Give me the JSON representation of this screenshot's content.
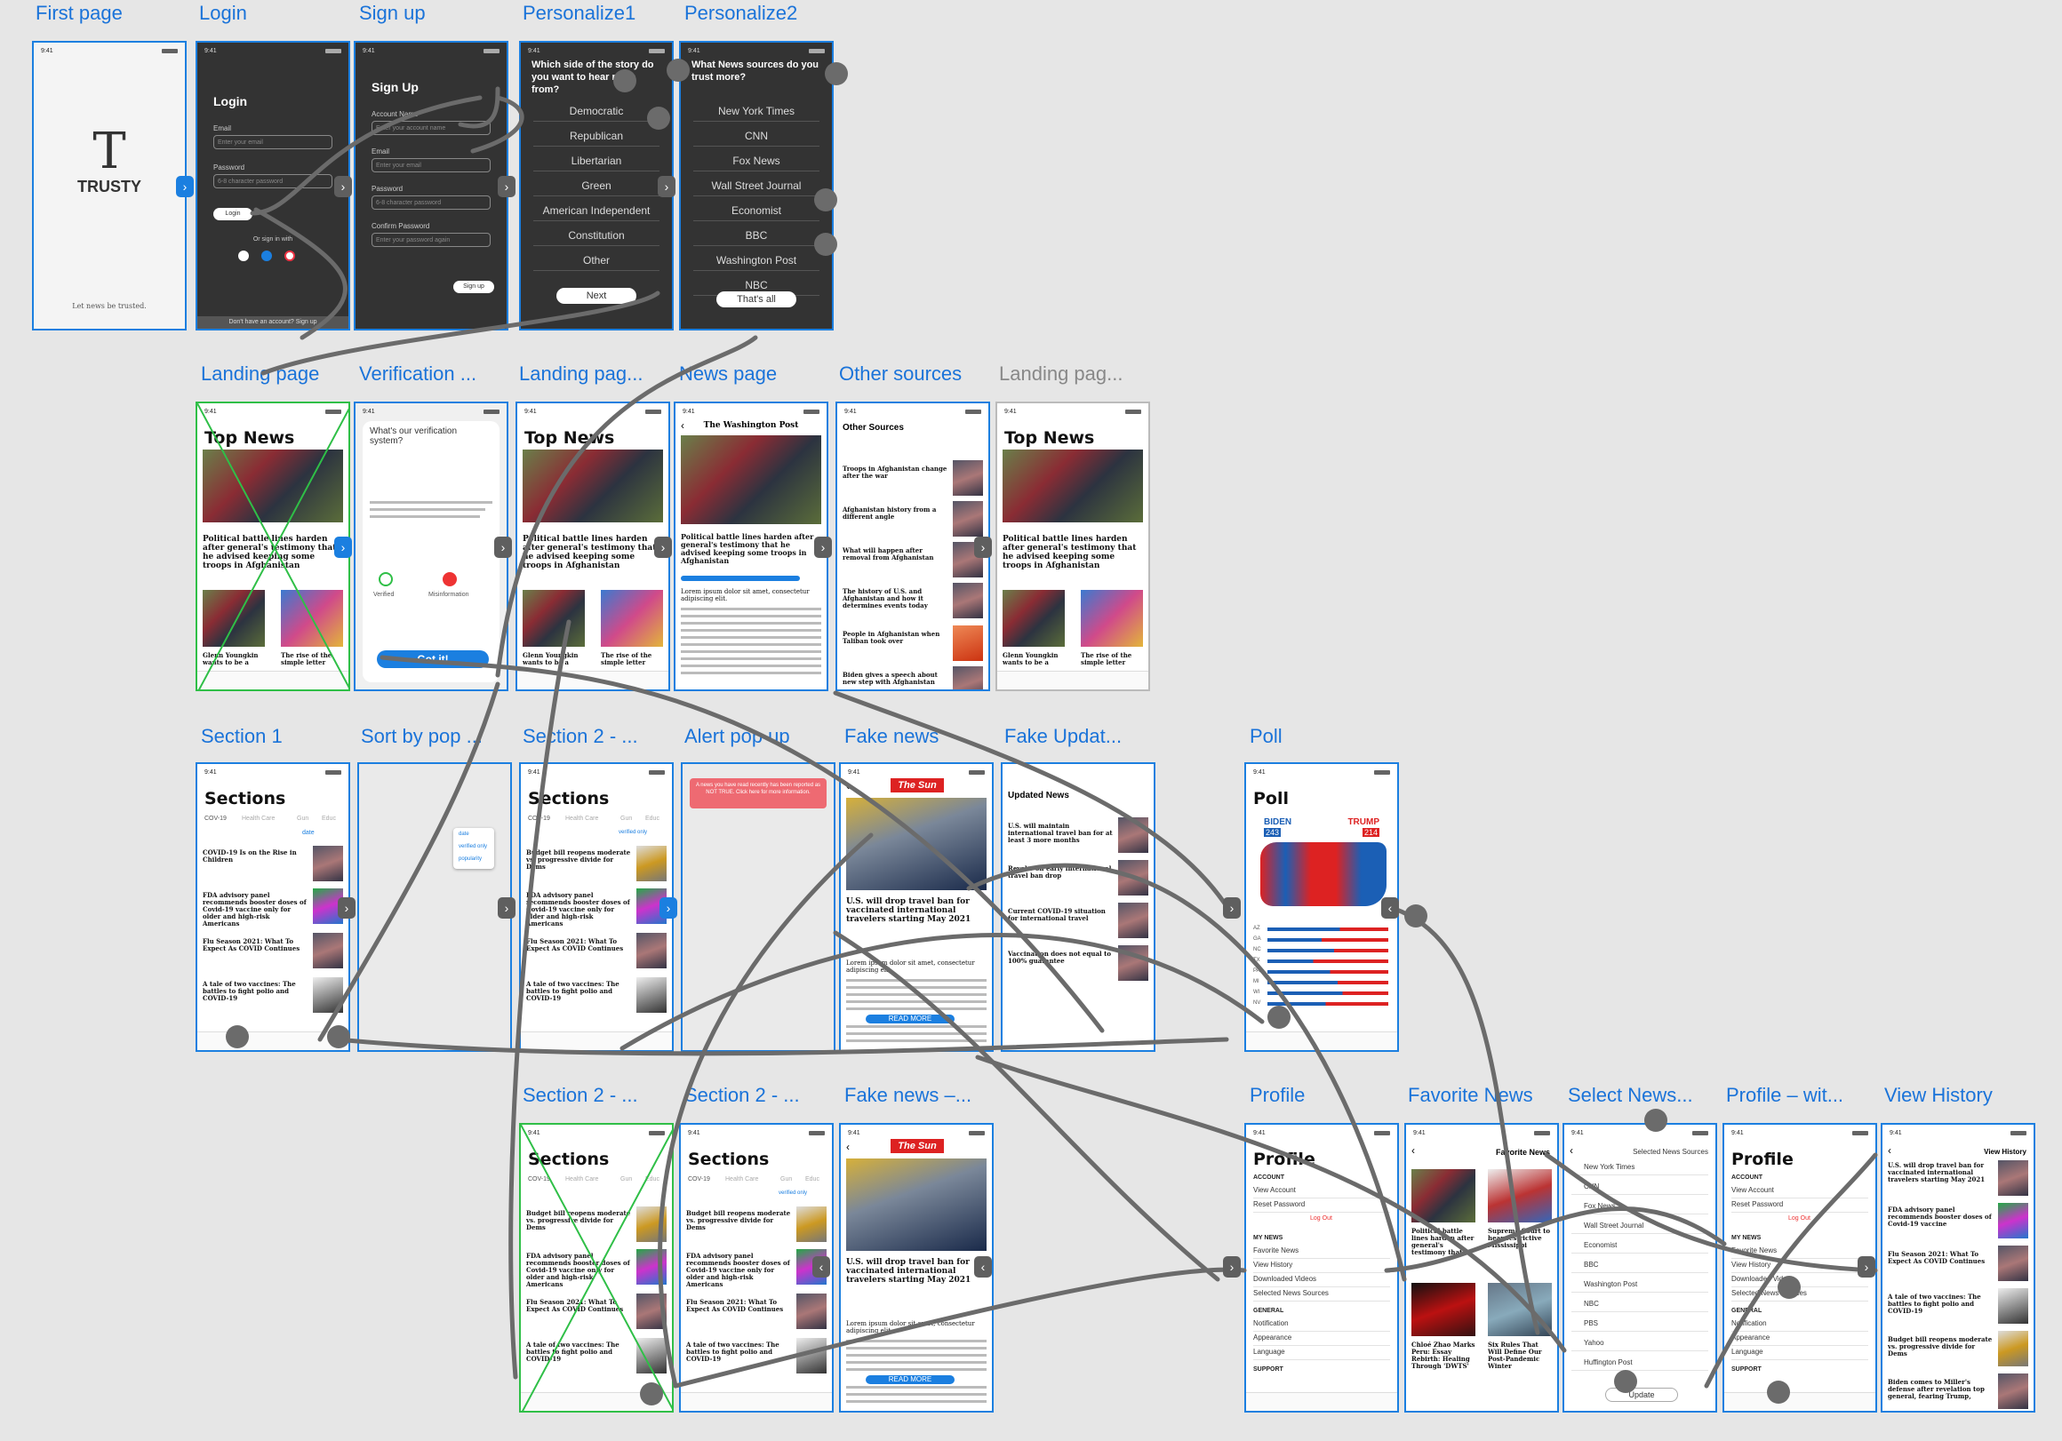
{
  "screens": [
    {
      "id": "first",
      "label": "First page",
      "logo_letter": "T",
      "logo_text": "TRUSTY",
      "tagline": "Let news be trusted."
    },
    {
      "id": "login",
      "label": "Login",
      "title": "Login",
      "email_label": "Email",
      "email_ph": "Enter your email",
      "password_label": "Password",
      "password_ph": "6-8 character password",
      "login_btn": "Login",
      "or_text": "Or sign in with",
      "footer": "Don't have an account? Sign up"
    },
    {
      "id": "signup",
      "label": "Sign up",
      "title": "Sign Up",
      "account_label": "Account Name",
      "account_ph": "Enter your account name",
      "email_label": "Email",
      "email_ph": "Enter your email",
      "password_label": "Password",
      "password_ph": "6-8 character password",
      "confirm_label": "Confirm Password",
      "confirm_ph": "Enter your password again",
      "btn": "Sign up"
    },
    {
      "id": "p1",
      "label": "Personalize1",
      "question": "Which side of the story do you want to hear more from?",
      "options": [
        "Democratic",
        "Republican",
        "Libertarian",
        "Green",
        "American Independent",
        "Constitution",
        "Other"
      ],
      "next": "Next"
    },
    {
      "id": "p2",
      "label": "Personalize2",
      "question": "What News sources do you trust more?",
      "options": [
        "New York Times",
        "CNN",
        "Fox News",
        "Wall Street Journal",
        "Economist",
        "BBC",
        "Washington Post",
        "NBC"
      ],
      "next": "That's all"
    },
    {
      "id": "landing",
      "label": "Landing page",
      "title": "Top News",
      "headline": "Political battle lines harden after general's testimony that he advised keeping some troops in Afghanistan",
      "sub1": "Glenn Youngkin wants to be a",
      "sub2": "The rise of the simple letter"
    },
    {
      "id": "verify",
      "label": "Verification ...",
      "question": "What's our verification system?",
      "verified": "Verified",
      "misinfo": "Misinformation",
      "btn": "Got it!"
    },
    {
      "id": "landing2",
      "label": "Landing pag...",
      "title": "Top News",
      "headline": "Political battle lines harden after general's testimony that he advised keeping some troops in Afghanistan",
      "sub1": "Glenn Youngkin wants to be a",
      "sub2": "The rise of the simple letter"
    },
    {
      "id": "newspage",
      "label": "News page",
      "masthead": "The Washington Post",
      "headline": "Political battle lines harden after general's testimony that he advised keeping some troops in Afghanistan",
      "body": "Lorem ipsum dolor sit amet, consectetur adipiscing elit."
    },
    {
      "id": "other",
      "label": "Other sources",
      "title": "Other Sources",
      "items": [
        "Troops in Afghanistan change after the war",
        "Afghanistan history from a different angle",
        "What will happen after removal from Afghanistan",
        "The history of U.S. and Afghanistan and how it determines events today",
        "People in Afghanistan when Taliban took over",
        "Biden gives a speech about new step with Afghanistan"
      ]
    },
    {
      "id": "landing3",
      "label": "Landing pag...",
      "title": "Top News",
      "headline": "Political battle lines harden after general's testimony that he advised keeping some troops in Afghanistan",
      "sub1": "Glenn Youngkin wants to be a",
      "sub2": "The rise of the simple letter"
    },
    {
      "id": "section1",
      "label": "Section 1",
      "title": "Sections",
      "tabs": [
        "COV-19",
        "Health Care",
        "Gun",
        "Educ"
      ],
      "sort": "date",
      "items": [
        "COVID-19 Is on the Rise in Children",
        "FDA advisory panel recommends booster doses of Covid-19 vaccine only for older and high-risk Americans",
        "Flu Season 2021: What To Expect As COVID Continues",
        "A tale of two vaccines: The battles to fight polio and COVID-19"
      ]
    },
    {
      "id": "sortpop",
      "label": "Sort by pop ...",
      "options": [
        "date",
        "verified only",
        "popularity"
      ]
    },
    {
      "id": "section2a",
      "label": "Section 2 - ...",
      "title": "Sections",
      "tabs": [
        "COV-19",
        "Health Care",
        "Gun",
        "Educ"
      ],
      "sort": "verified only",
      "items": [
        "Budget bill reopens moderate vs. progressive divide for Dems",
        "FDA advisory panel recommends booster doses of Covid-19 vaccine only for older and high-risk Americans",
        "Flu Season 2021: What To Expect As COVID Continues",
        "A tale of two vaccines: The battles to fight polio and COVID-19"
      ]
    },
    {
      "id": "alert",
      "label": "Alert pop up",
      "text": "A news you have read recently has been reported as NOT TRUE. Click here for more information."
    },
    {
      "id": "fake",
      "label": "Fake news",
      "masthead": "The Sun",
      "headline": "U.S. will drop travel ban for vaccinated international travelers starting May 2021",
      "body": "Lorem ipsum dolor sit amet, consectetur adipiscing elit.",
      "btn": "READ MORE"
    },
    {
      "id": "fakeupd",
      "label": "Fake Updat...",
      "title": "Updated News",
      "items": [
        "U.S. will maintain international travel ban for at least 3 more months",
        "Revoke on early international travel ban drop",
        "Current COVID-19 situation for international travel",
        "Vaccination does not equal to 100% guarantee"
      ]
    },
    {
      "id": "poll",
      "label": "Poll",
      "title": "Poll",
      "left": "BIDEN",
      "left_v": "243",
      "right": "TRUMP",
      "right_v": "214",
      "states": [
        "AZ",
        "GA",
        "NC",
        "TX",
        "PA",
        "MI",
        "WI",
        "NV"
      ]
    },
    {
      "id": "section2b",
      "label": "Section 2 - ...",
      "title": "Sections",
      "tabs": [
        "COV-19",
        "Health Care",
        "Gun",
        "Educ"
      ],
      "items": [
        "Budget bill reopens moderate vs. progressive divide for Dems",
        "FDA advisory panel recommends booster doses of Covid-19 vaccine only for older and high-risk Americans",
        "Flu Season 2021: What To Expect As COVID Continues",
        "A tale of two vaccines: The battles to fight polio and COVID-19"
      ]
    },
    {
      "id": "section2c",
      "label": "Section 2 - ...",
      "title": "Sections",
      "tabs": [
        "COV-19",
        "Health Care",
        "Gun",
        "Educ"
      ],
      "sort": "verified only",
      "items": [
        "Budget bill reopens moderate vs. progressive divide for Dems",
        "FDA advisory panel recommends booster doses of Covid-19 vaccine only for older and high-risk Americans",
        "Flu Season 2021: What To Expect As COVID Continues",
        "A tale of two vaccines: The battles to fight polio and COVID-19"
      ]
    },
    {
      "id": "fake2",
      "label": "Fake news –...",
      "masthead": "The Sun",
      "headline": "U.S. will drop travel ban for vaccinated international travelers starting May 2021",
      "body": "Lorem ipsum dolor sit amet, consectetur adipiscing elit.",
      "btn": "READ MORE"
    },
    {
      "id": "profile",
      "label": "Profile",
      "title": "Profile",
      "account": "ACCOUNT",
      "rows": [
        "View Account",
        "Reset Password"
      ],
      "logout": "Log Out",
      "mynews": "MY NEWS",
      "news_rows": [
        "Favorite News",
        "View History",
        "Downloaded Videos",
        "Selected News Sources"
      ],
      "general": "GENERAL",
      "gen_rows": [
        "Notification",
        "Appearance",
        "Language"
      ],
      "support": "SUPPORT"
    },
    {
      "id": "fav",
      "label": "Favorite News",
      "title": "Favorite News",
      "items": [
        "Political battle lines harden after general's testimony that",
        "Supreme Court to hear restrictive Mississippi",
        "Chloé Zhao Marks Peru: Essay Rebirth: Healing Through 'DWTS'",
        "Six Rules That Will Define Our Post-Pandemic Winter"
      ]
    },
    {
      "id": "selsrc",
      "label": "Select News...",
      "title": "Selected News Sources",
      "options": [
        "New York Times",
        "CNN",
        "Fox News",
        "Wall Street Journal",
        "Economist",
        "BBC",
        "Washington Post",
        "NBC",
        "PBS",
        "Yahoo",
        "Huffington Post"
      ],
      "btn": "Update"
    },
    {
      "id": "profile2",
      "label": "Profile – wit...",
      "title": "Profile",
      "account": "ACCOUNT",
      "rows": [
        "View Account",
        "Reset Password"
      ],
      "logout": "Log Out",
      "mynews": "MY NEWS",
      "news_rows": [
        "Favorite News",
        "View History",
        "Downloaded Videos",
        "Selected News Sources"
      ],
      "general": "GENERAL",
      "gen_rows": [
        "Notification",
        "Appearance",
        "Language"
      ],
      "support": "SUPPORT"
    },
    {
      "id": "history",
      "label": "View History",
      "title": "View History",
      "items": [
        "U.S. will drop travel ban for vaccinated international travelers starting May 2021",
        "FDA advisory panel recommends booster doses of Covid-19 vaccine",
        "Flu Season 2021: What To Expect As COVID Continues",
        "A tale of two vaccines: The battles to fight polio and COVID-19",
        "Budget bill reopens moderate vs. progressive divide for Dems",
        "Biden comes to Miller's defense after revelation top general, fearing Trump,"
      ]
    }
  ],
  "status_time": "9:41",
  "colors": {
    "link": "#1b7fe0",
    "wire": "#6b6b6b",
    "accent_green": "#2fbf47"
  }
}
